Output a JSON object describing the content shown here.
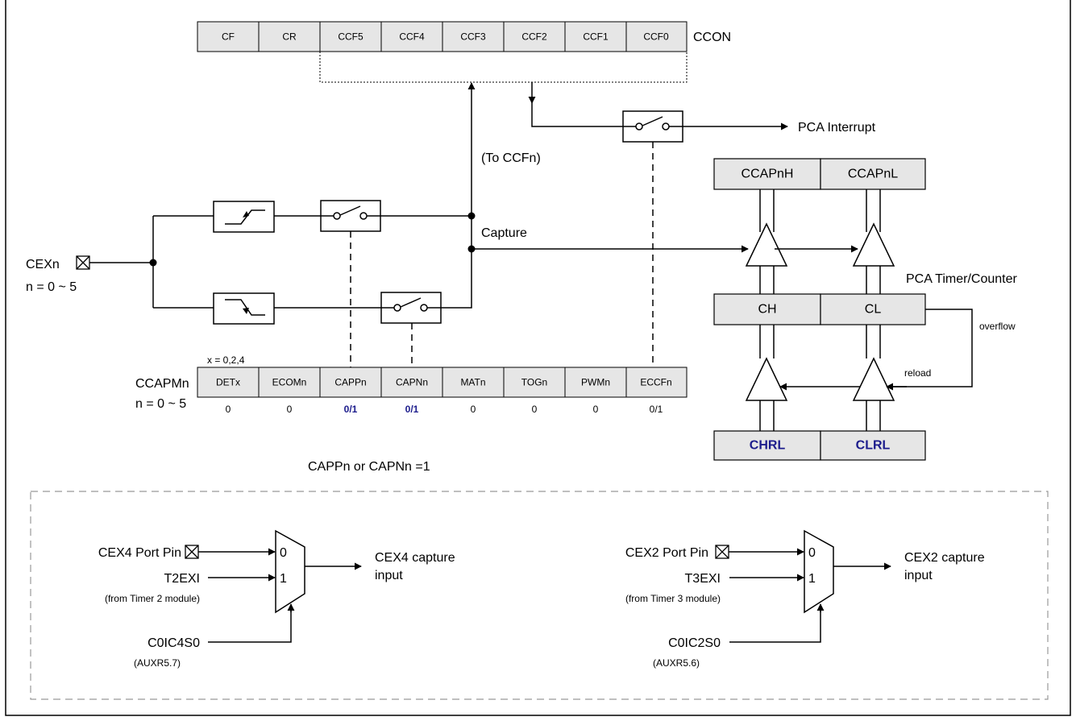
{
  "ccon": {
    "bits": [
      "CF",
      "CR",
      "CCF5",
      "CCF4",
      "CCF3",
      "CCF2",
      "CCF1",
      "CCF0"
    ],
    "name": "CCON"
  },
  "labels": {
    "pca_interrupt": "PCA Interrupt",
    "to_ccfn": "(To CCFn)",
    "capture": "Capture",
    "cexn": "CEXn",
    "n_range_in": "n = 0 ~ 5",
    "pca_timer": "PCA Timer/Counter",
    "overflow": "overflow",
    "reload": "reload",
    "x_range": "x = 0,2,4",
    "ccapmn": "CCAPMn",
    "n_range_mode": "n = 0 ~ 5",
    "condition": "CAPPn or CAPNn =1"
  },
  "ccapm": {
    "bits": [
      "DETx",
      "ECOMn",
      "CAPPn",
      "CAPNn",
      "MATn",
      "TOGn",
      "PWMn",
      "ECCFn"
    ],
    "values": [
      "0",
      "0",
      "0/1",
      "0/1",
      "0",
      "0",
      "0",
      "0/1"
    ]
  },
  "timer": {
    "capture_high": "CCAPnH",
    "capture_low": "CCAPnL",
    "ch": "CH",
    "cl": "CL",
    "reload_high": "CHRL",
    "reload_low": "CLRL"
  },
  "mux_left": {
    "in0": "CEX4 Port Pin",
    "in1": "T2EXI",
    "in1_note": "(from Timer 2 module)",
    "sel": "C0IC4S0",
    "sel_note": "(AUXR5.7)",
    "out_line1": "CEX4 capture",
    "out_line2": "input",
    "pin0": "0",
    "pin1": "1"
  },
  "mux_right": {
    "in0": "CEX2 Port Pin",
    "in1": "T3EXI",
    "in1_note": "(from Timer 3 module)",
    "sel": "C0IC2S0",
    "sel_note": "(AUXR5.6)",
    "out_line1": "CEX2 capture",
    "out_line2": "input",
    "pin0": "0",
    "pin1": "1"
  },
  "colors": {
    "register_fill": "#e6e6e6",
    "highlight_blue": "#1c1c8c"
  }
}
